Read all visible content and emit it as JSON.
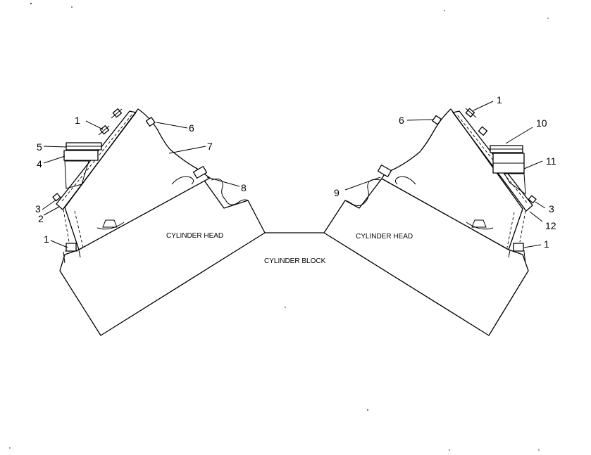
{
  "labels": {
    "left_head": "CYLINDER HEAD",
    "right_head": "CYLINDER HEAD",
    "block": "CYLINDER BLOCK"
  },
  "callouts": {
    "l1_top": "1",
    "l6": "6",
    "l7": "7",
    "l5": "5",
    "l4": "4",
    "l8": "8",
    "l3": "3",
    "l2": "2",
    "l1_bottom": "1",
    "r1_top": "1",
    "r6": "6",
    "r10": "10",
    "r11": "11",
    "r9": "9",
    "r3": "3",
    "r12": "12",
    "r1_bottom": "1"
  }
}
